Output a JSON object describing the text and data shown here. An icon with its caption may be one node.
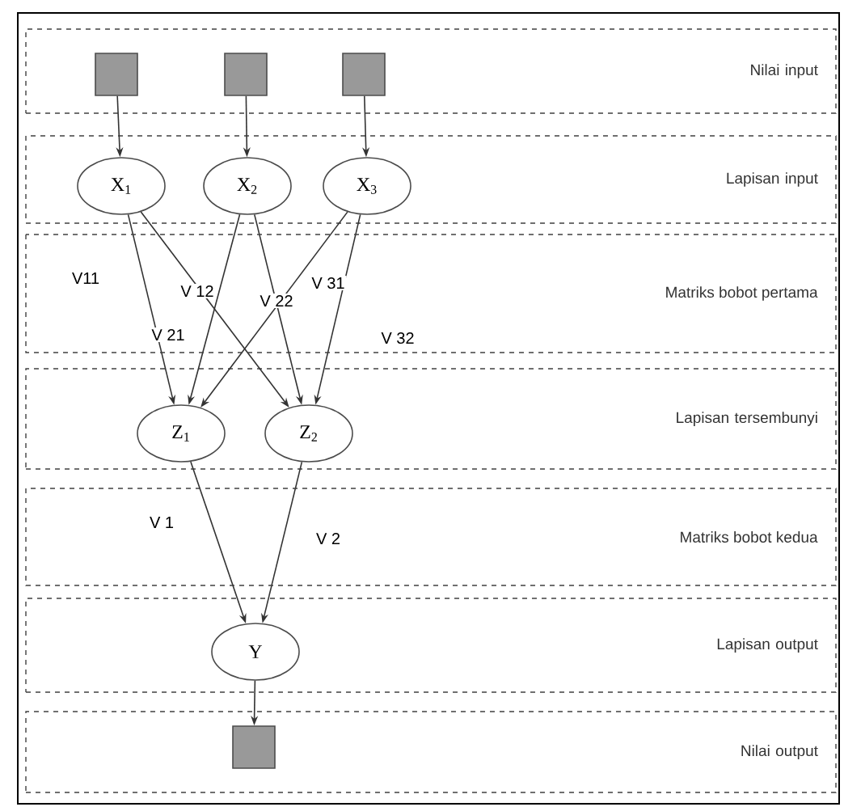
{
  "diagram": {
    "nodes": [
      {
        "text": [
          "Nilai input"
        ]
      },
      {
        "text": [],
        "shape": "box",
        "in": 0
      },
      {
        "text": [],
        "shape": "box",
        "in": 0
      },
      {
        "text": [],
        "shape": "box",
        "in": 0
      },
      {
        "text": [
          "Lapisan input"
        ]
      },
      {
        "text": [
          "X$_{1}$"
        ],
        "in": 4
      },
      {
        "text": [
          "X$_{2}$"
        ],
        "in": 4
      },
      {
        "text": [
          "X$_{3}$"
        ],
        "in": 4
      },
      {
        "text": [
          "Lapisan tersembunyi"
        ]
      },
      {
        "text": [
          "Z$_{1}$"
        ],
        "in": 8
      },
      {
        "text": [
          "Z$_{2}$"
        ],
        "in": 8
      },
      {
        "text": [
          "Lapisan output"
        ]
      },
      {
        "text": [
          "Y"
        ],
        "in": 11
      },
      {
        "text": [
          "Nilai output"
        ]
      },
      {
        "text": [],
        "shape": "box",
        "in": 13
      }
    ],
    "edges": [
      {
        "from": 1,
        "to": 5,
        "arrow": "to"
      },
      {
        "from": 2,
        "to": 6,
        "arrow": "to"
      },
      {
        "from": 3,
        "to": 7,
        "arrow": "to"
      },
      {
        "from": 5,
        "to": 9,
        "arrow": "to"
      },
      {
        "from": 5,
        "to": 10,
        "arrow": "to"
      },
      {
        "from": 6,
        "to": 9,
        "arrow": "to"
      },
      {
        "from": 6,
        "to": 10,
        "arrow": "to"
      },
      {
        "from": 7,
        "to": 9,
        "arrow": "to"
      },
      {
        "from": 7,
        "to": 10,
        "arrow": "to"
      },
      {
        "from": 9,
        "to": 12,
        "arrow": "to"
      },
      {
        "from": 10,
        "to": 12,
        "arrow": "to"
      },
      {
        "from": 12,
        "to": 14,
        "arrow": "to"
      }
    ],
    "labels": [
      "V11",
      "V 12",
      "V 31",
      "Matriks bobot pertama",
      "V 22",
      "V 21",
      "V 32",
      "V 1",
      "Matriks bobot kedua",
      "V 2"
    ]
  }
}
